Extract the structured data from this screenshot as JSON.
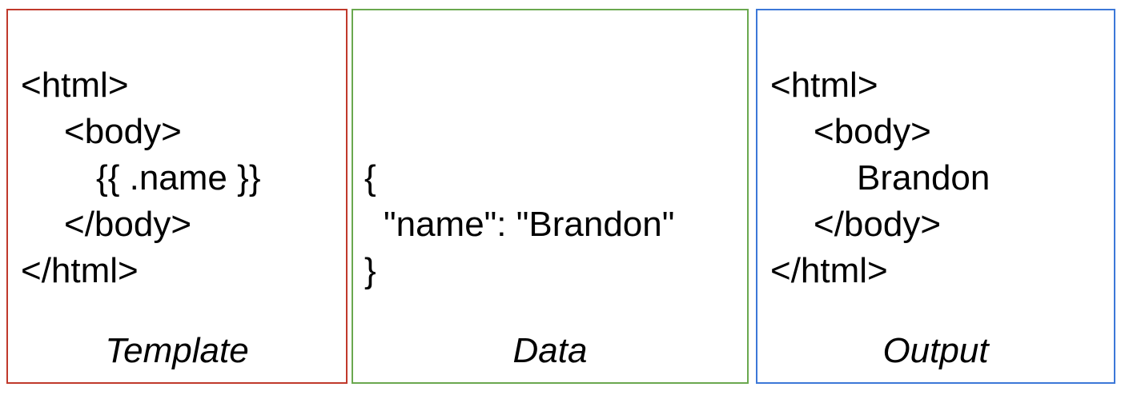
{
  "panels": {
    "template": {
      "border_color": "#c0392b",
      "lines": [
        "<html>",
        "<body>",
        "{{ .name }}",
        "</body>",
        "</html>"
      ],
      "caption": "Template"
    },
    "data": {
      "border_color": "#6aa84f",
      "lines": [
        "{",
        "\"name\": \"Brandon\"",
        "}"
      ],
      "caption": "Data"
    },
    "output": {
      "border_color": "#3c78d8",
      "lines": [
        "<html>",
        "<body>",
        "Brandon",
        "</body>",
        "</html>"
      ],
      "caption": "Output"
    }
  }
}
